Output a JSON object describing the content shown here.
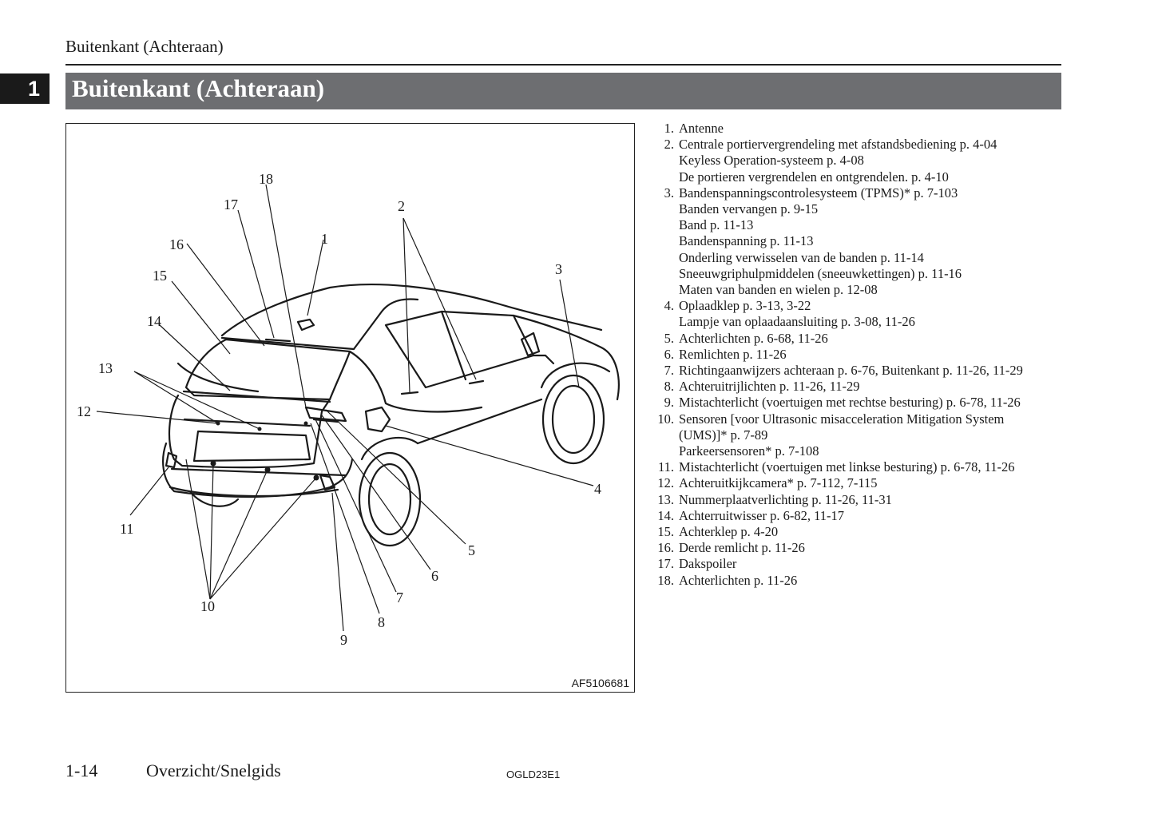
{
  "header": {
    "running_title": "Buitenkant (Achteraan)"
  },
  "chapter": {
    "number": "1"
  },
  "section_title": "Buitenkant (Achteraan)",
  "figure": {
    "code": "AF5106681",
    "callouts": [
      "1",
      "2",
      "3",
      "4",
      "5",
      "6",
      "7",
      "8",
      "9",
      "10",
      "11",
      "12",
      "13",
      "14",
      "15",
      "16",
      "17",
      "18"
    ]
  },
  "legend": [
    {
      "num": "1.",
      "lines": [
        "Antenne"
      ]
    },
    {
      "num": "2.",
      "lines": [
        "Centrale portiervergrendeling met afstandsbediening p. 4-04",
        "Keyless Operation-systeem p. 4-08",
        "De portieren vergrendelen en ontgrendelen. p. 4-10"
      ]
    },
    {
      "num": "3.",
      "lines": [
        "Bandenspanningscontrolesysteem (TPMS)* p. 7-103",
        "Banden vervangen p. 9-15",
        "Band p. 11-13",
        "Bandenspanning p. 11-13",
        "Onderling verwisselen van de banden p. 11-14",
        "Sneeuwgriphulpmiddelen (sneeuwkettingen) p. 11-16",
        "Maten van banden en wielen p. 12-08"
      ]
    },
    {
      "num": "4.",
      "lines": [
        "Oplaadklep p. 3-13, 3-22",
        "Lampje van oplaadaansluiting p. 3-08, 11-26"
      ]
    },
    {
      "num": "5.",
      "lines": [
        "Achterlichten p. 6-68, 11-26"
      ]
    },
    {
      "num": "6.",
      "lines": [
        "Remlichten p. 11-26"
      ]
    },
    {
      "num": "7.",
      "lines": [
        "Richtingaanwijzers achteraan p. 6-76, Buitenkant p. 11-26, 11-29"
      ]
    },
    {
      "num": "8.",
      "lines": [
        "Achteruitrijlichten p. 11-26, 11-29"
      ]
    },
    {
      "num": "9.",
      "lines": [
        "Mistachterlicht (voertuigen met rechtse besturing) p. 6-78, 11-26"
      ]
    },
    {
      "num": "10.",
      "lines": [
        "Sensoren [voor Ultrasonic misacceleration Mitigation System",
        "(UMS)]* p. 7-89",
        "Parkeersensoren* p. 7-108"
      ]
    },
    {
      "num": "11.",
      "lines": [
        "Mistachterlicht (voertuigen met linkse besturing) p. 6-78, 11-26"
      ]
    },
    {
      "num": "12.",
      "lines": [
        "Achteruitkijkcamera* p. 7-112, 7-115"
      ]
    },
    {
      "num": "13.",
      "lines": [
        "Nummerplaatverlichting p. 11-26, 11-31"
      ]
    },
    {
      "num": "14.",
      "lines": [
        "Achterruitwisser p. 6-82, 11-17"
      ]
    },
    {
      "num": "15.",
      "lines": [
        "Achterklep p. 4-20"
      ]
    },
    {
      "num": "16.",
      "lines": [
        "Derde remlicht p. 11-26"
      ]
    },
    {
      "num": "17.",
      "lines": [
        "Dakspoiler"
      ]
    },
    {
      "num": "18.",
      "lines": [
        "Achterlichten p. 11-26"
      ]
    }
  ],
  "footer": {
    "page_number": "1-14",
    "section": "Overzicht/Snelgids",
    "doc_code": "OGLD23E1"
  }
}
